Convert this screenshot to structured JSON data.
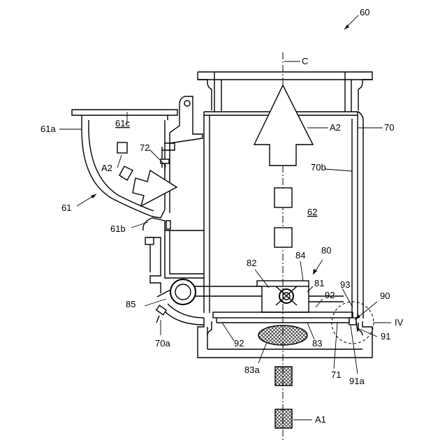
{
  "figure_ref": "60",
  "labels": {
    "c": "C",
    "r70": "70",
    "a2_right": "A2",
    "r70b": "70b",
    "r62": "62",
    "r61a": "61a",
    "r61c": "61c",
    "r72": "72",
    "a2_left": "A2",
    "r61": "61",
    "r61b": "61b",
    "r80": "80",
    "r82": "82",
    "r84": "84",
    "r81": "81",
    "r93": "93",
    "r92_upper": "92",
    "r90": "90",
    "r85": "85",
    "iv": "IV",
    "r70a": "70a",
    "r92_lower": "92",
    "r83": "83",
    "r91": "91",
    "r83a": "83a",
    "r71": "71",
    "r91a": "91a",
    "a1": "A1"
  },
  "colors": {
    "line": "#000000",
    "background": "#ffffff"
  }
}
